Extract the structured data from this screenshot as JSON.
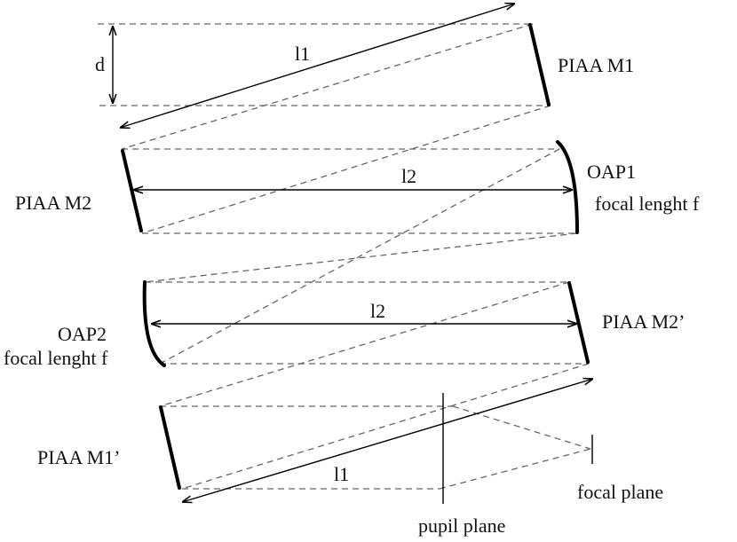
{
  "labels": {
    "d": "d",
    "l1_top": "l1",
    "piaa_m1": "PIAA M1",
    "piaa_m2": "PIAA M2",
    "l2_top": "l2",
    "oap1": "OAP1",
    "oap1_focal": "focal lenght f",
    "oap2": "OAP2",
    "oap2_focal": "focal lenght f",
    "l2_bottom": "l2",
    "piaa_m2_prime": "PIAA M2’",
    "piaa_m1_prime": "PIAA M1’",
    "l1_bottom": "l1",
    "focal_plane": "focal plane",
    "pupil_plane": "pupil plane"
  }
}
